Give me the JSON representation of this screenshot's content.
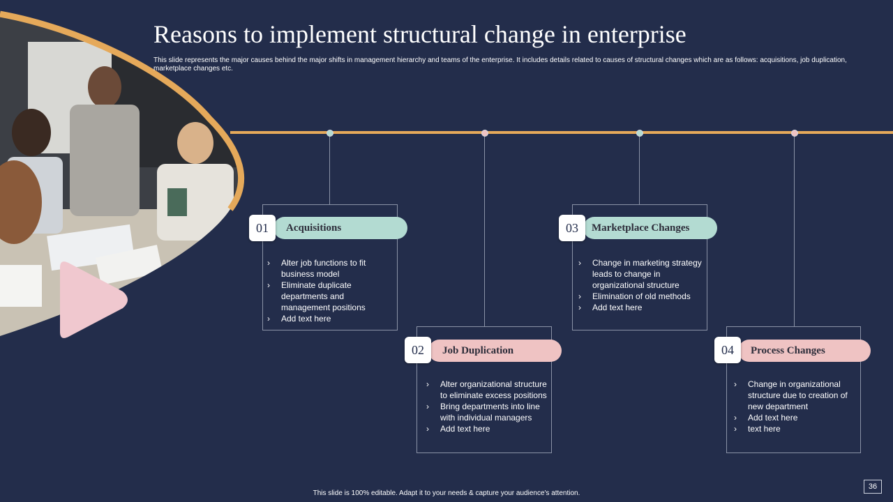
{
  "header": {
    "title": "Reasons to implement structural change in enterprise",
    "subtitle": "This slide represents the major causes behind the major shifts in management hierarchy and teams of the enterprise. It includes details related to causes of structural changes which are as follows: acquisitions, job duplication, marketplace changes etc."
  },
  "colors": {
    "background": "#232d4b",
    "accent_gold": "#e5a95a",
    "mint": "#b3dbd2",
    "pink": "#efc3c3"
  },
  "cards": [
    {
      "number": "01",
      "title": "Acquisitions",
      "bullets": [
        "Alter job functions to fit business model",
        "Eliminate duplicate departments and management positions",
        "Add text here"
      ]
    },
    {
      "number": "02",
      "title": "Job Duplication",
      "bullets": [
        "Alter organizational structure to eliminate excess positions",
        "Bring departments into line with individual  managers",
        "Add text here"
      ]
    },
    {
      "number": "03",
      "title": "Marketplace Changes",
      "bullets": [
        "Change in marketing strategy leads to change in organizational structure",
        "Elimination of old methods",
        "Add text here"
      ]
    },
    {
      "number": "04",
      "title": "Process Changes",
      "bullets": [
        "Change in organizational structure due to creation of new department",
        "Add text here",
        "text here"
      ]
    }
  ],
  "bullet_mark": "›",
  "footer": {
    "note": "This slide is 100% editable.  Adapt it to your needs & capture your audience's attention.",
    "page_number": "36"
  }
}
